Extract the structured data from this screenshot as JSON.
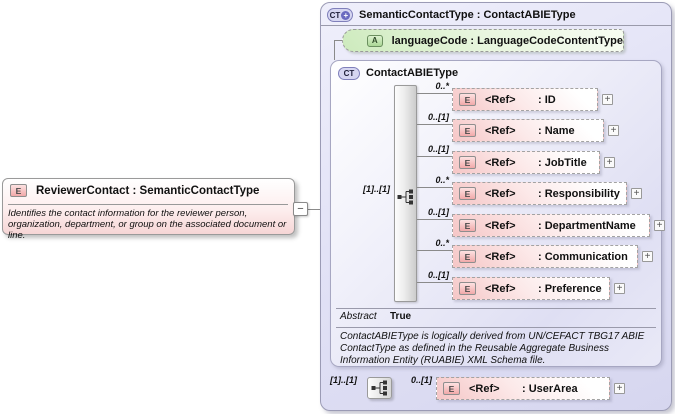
{
  "diagram": {
    "element": {
      "icon_label": "E",
      "title": "ReviewerContact : SemanticContactType",
      "description": "Identifies the contact information for the reviewer person, organization, department, or group on the associated document or line."
    },
    "collapse_label": "−",
    "expand_label": "+",
    "type_container": {
      "icon_label": "CT",
      "icon_plus": "+",
      "title": "SemanticContactType : ContactABIEType",
      "attribute": {
        "icon_label": "A",
        "label": "languageCode : LanguageCodeContentType"
      },
      "base_type": {
        "icon_label": "CT",
        "title": "ContactABIEType",
        "model_cardinality": "[1]..[1]",
        "elements": [
          {
            "icon_label": "E",
            "cardinality": "0..*",
            "ref": "<Ref>",
            "name": ": ID"
          },
          {
            "icon_label": "E",
            "cardinality": "0..[1]",
            "ref": "<Ref>",
            "name": ": Name"
          },
          {
            "icon_label": "E",
            "cardinality": "0..[1]",
            "ref": "<Ref>",
            "name": ": JobTitle"
          },
          {
            "icon_label": "E",
            "cardinality": "0..*",
            "ref": "<Ref>",
            "name": ": Responsibility"
          },
          {
            "icon_label": "E",
            "cardinality": "0..[1]",
            "ref": "<Ref>",
            "name": ": DepartmentName"
          },
          {
            "icon_label": "E",
            "cardinality": "0..*",
            "ref": "<Ref>",
            "name": ": Communication"
          },
          {
            "icon_label": "E",
            "cardinality": "0..[1]",
            "ref": "<Ref>",
            "name": ": Preference"
          }
        ],
        "facet_label": "Abstract",
        "facet_value": "True",
        "annotation": "ContactABIEType is logically derived from UN/CEFACT TBG17 ABIE ContactType as defined in the Reusable Aggregate Business Information Entity (RUABIE) XML Schema file."
      },
      "extension": {
        "model_cardinality": "[1]..[1]",
        "element": {
          "icon_label": "E",
          "cardinality": "0..[1]",
          "ref": "<Ref>",
          "name": ": UserArea"
        }
      }
    },
    "colors": {
      "element_fill": "#f5c6c6",
      "attribute_fill": "#cdeabd",
      "type_fill": "#d6d6f1"
    }
  }
}
